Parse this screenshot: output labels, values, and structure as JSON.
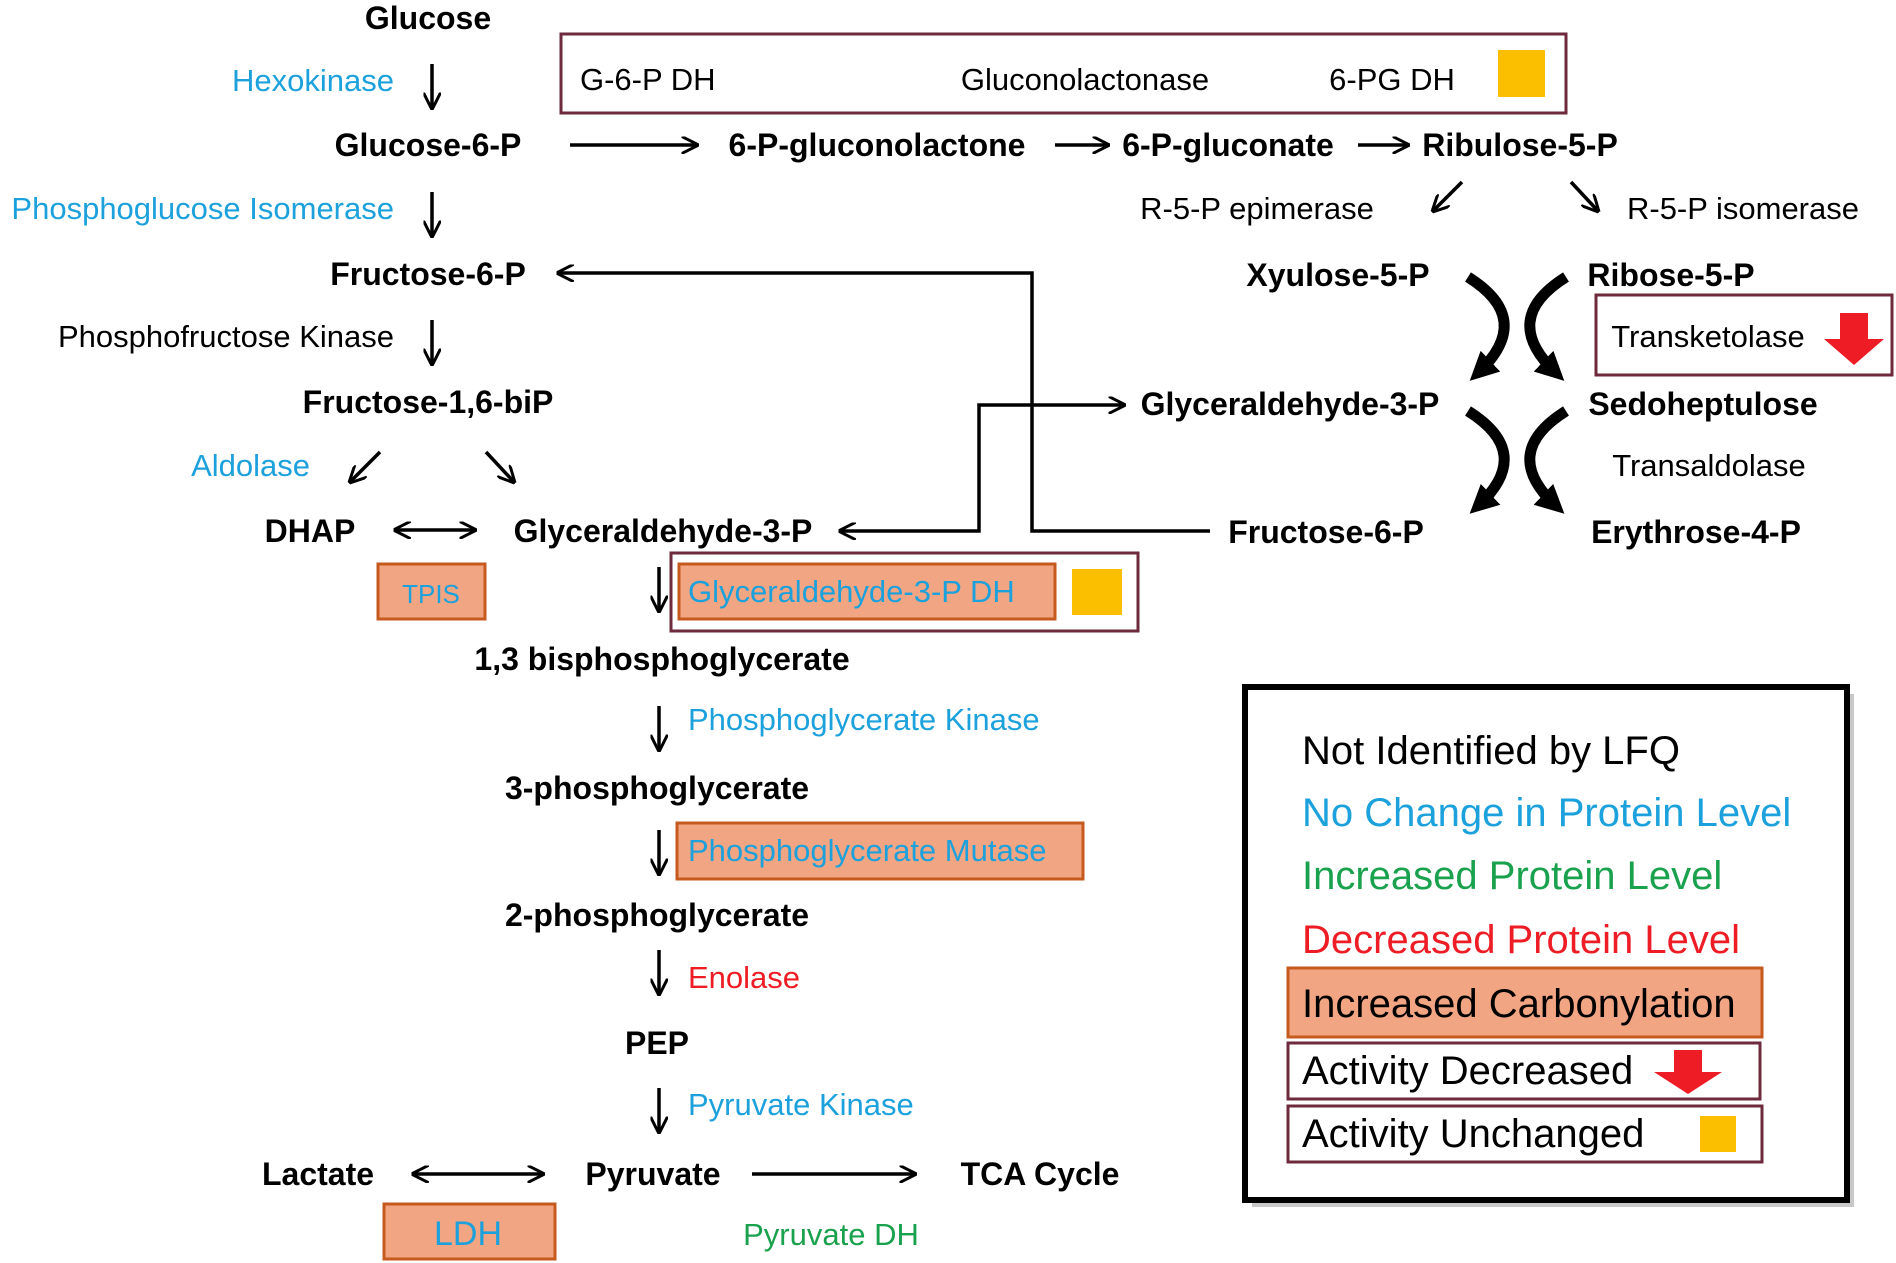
{
  "colors": {
    "metabolite": "#000000",
    "not_identified": "#000000",
    "no_change": "#1ca1dc",
    "increased": "#1aa14d",
    "decreased": "#ee1c25",
    "carbonylation_fill": "#f2a582",
    "carbonylation_border": "#c65a1e",
    "activity_border": "#6e2a3c",
    "unchanged_marker": "#fbbf00",
    "decreased_arrow": "#ee1c25"
  },
  "glycolysis": {
    "glucose": "Glucose",
    "hexokinase": "Hexokinase",
    "glucose_6_p": "Glucose-6-P",
    "phosphoglucose_isomerase": "Phosphoglucose Isomerase",
    "fructose_6_p": "Fructose-6-P",
    "phosphofructose_kinase": "Phosphofructose Kinase",
    "fructose_1_6_bip": "Fructose-1,6-biP",
    "aldolase": "Aldolase",
    "dhap": "DHAP",
    "tpis": "TPIS",
    "glyceraldehyde_3_p": "Glyceraldehyde-3-P",
    "glyceraldehyde_3_p_dh": "Glyceraldehyde-3-P DH",
    "bisphosphoglycerate": "1,3 bisphosphoglycerate",
    "phosphoglycerate_kinase": "Phosphoglycerate Kinase",
    "three_phosphoglycerate": "3-phosphoglycerate",
    "phosphoglycerate_mutase": "Phosphoglycerate Mutase",
    "two_phosphoglycerate": "2-phosphoglycerate",
    "enolase": "Enolase",
    "pep": "PEP",
    "pyruvate_kinase": "Pyruvate  Kinase",
    "lactate": "Lactate",
    "pyruvate": "Pyruvate",
    "tca_cycle": "TCA Cycle",
    "ldh": "LDH",
    "pyruvate_dh": "Pyruvate  DH"
  },
  "pentose_phosphate": {
    "g6p_dh": "G-6-P DH",
    "gluconolactonase": "Gluconolactonase",
    "six_pg_dh": "6-PG DH",
    "six_p_gluconolactone": "6-P-gluconolactone",
    "six_p_gluconate": "6-P-gluconate",
    "ribulose_5_p": "Ribulose-5-P",
    "r5p_epimerase": "R-5-P epimerase",
    "r5p_isomerase": "R-5-P isomerase",
    "xylulose_5_p": "Xyulose-5-P",
    "ribose_5_p": "Ribose-5-P",
    "transketolase": "Transketolase",
    "glyceraldehyde_3_p": "Glyceraldehyde-3-P",
    "sedoheptulose": "Sedoheptulose",
    "transaldolase": "Transaldolase",
    "fructose_6_p": "Fructose-6-P",
    "erythrose_4_p": "Erythrose-4-P"
  },
  "legend": {
    "not_identified": "Not Identified by LFQ",
    "no_change": "No Change in Protein Level",
    "increased": "Increased Protein Level",
    "decreased": "Decreased Protein Level",
    "carbonylation": "Increased Carbonylation",
    "activity_decreased": "Activity Decreased",
    "activity_unchanged": "Activity Unchanged"
  }
}
